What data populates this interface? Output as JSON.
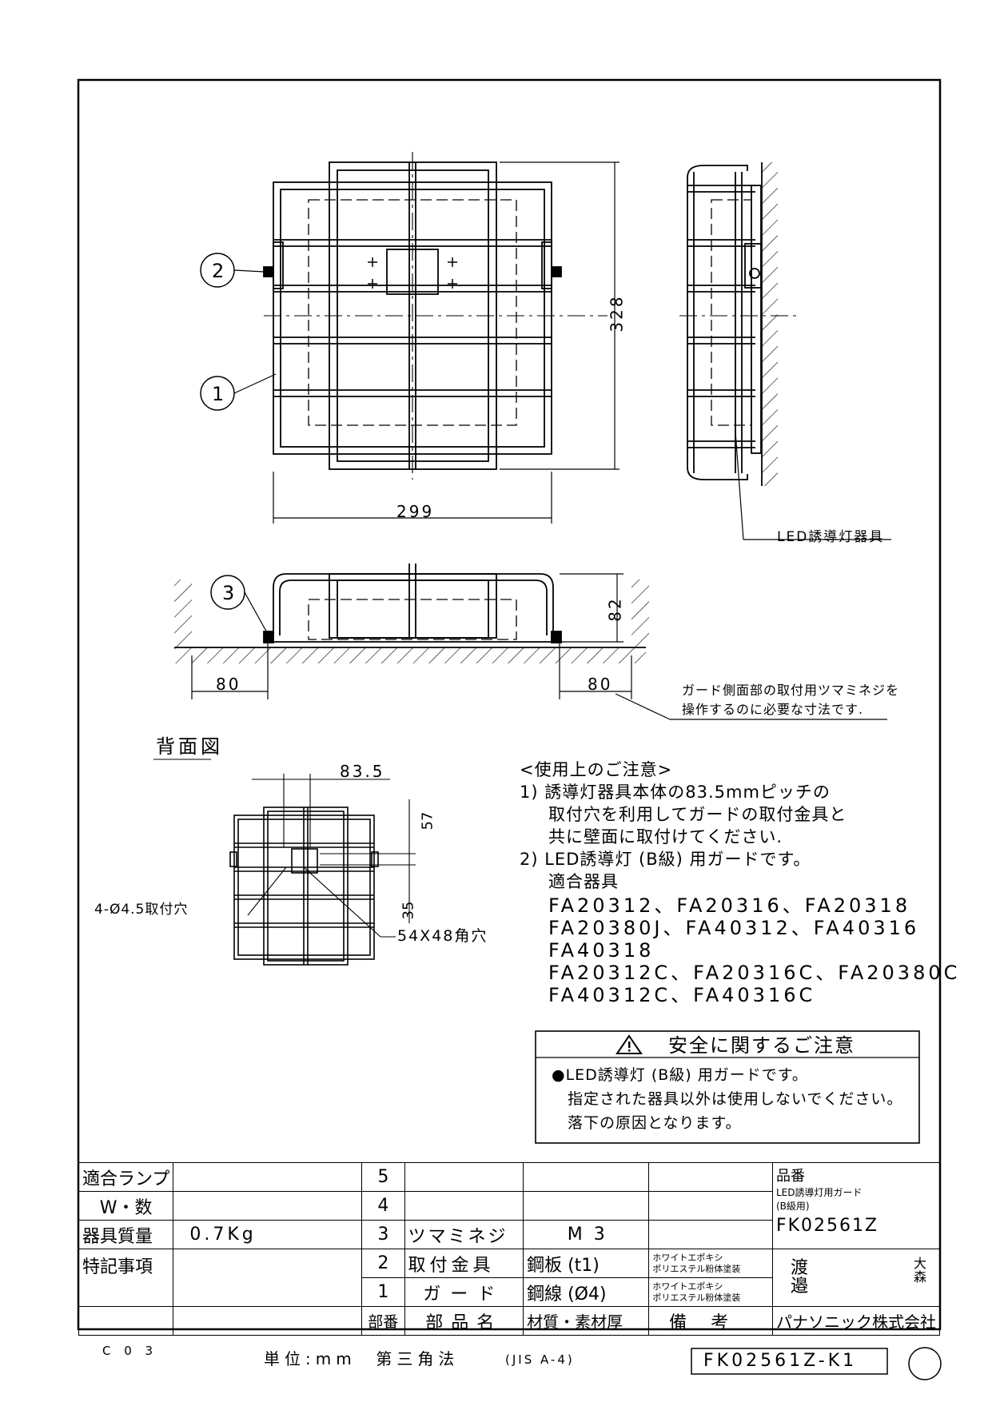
{
  "dimensions": {
    "height_328": "328",
    "width_299": "299",
    "depth_82": "82",
    "clearance_left": "80",
    "clearance_right": "80",
    "pitch": "83.5",
    "dim_57": "57",
    "dim_35": "35"
  },
  "callouts": {
    "c1": "1",
    "c2": "2",
    "c3": "3"
  },
  "labels": {
    "led_fixture": "LED誘導灯器具",
    "clearance_note_1": "ガード側面部の取付用ツマミネジを",
    "clearance_note_2": "操作するのに必要な寸法です.",
    "back_view": "背面図",
    "mount_holes": "4-Ø4.5取付穴",
    "square_hole": "54X48角穴"
  },
  "usage_notes": {
    "title": "<使用上のご注意>",
    "l1": "1) 誘導灯器具本体の83.5mmピッチの",
    "l2": "取付穴を利用してガードの取付金具と",
    "l3": "共に壁面に取付けてください.",
    "l4": "2) LED誘導灯 (B級) 用ガードです。",
    "l5": "適合器具",
    "m1": "FA20312、FA20316、FA20318",
    "m2": "FA20380J、FA40312、FA40316",
    "m3": "FA40318",
    "m4": "FA20312C、FA20316C、FA20380C",
    "m5": "FA40312C、FA40316C"
  },
  "safety": {
    "title": "安全に関するご注意",
    "l1": "●LED誘導灯 (B級) 用ガードです。",
    "l2": "指定された器具以外は使用しないでください。",
    "l3": "落下の原因となります。"
  },
  "title_block": {
    "lamp_label": "適合ランプ",
    "watt_label": "W・数",
    "mass_label": "器具質量",
    "mass_value": "0.7Kg",
    "notes_label": "特記事項",
    "n5": "5",
    "n4": "4",
    "n3": "3",
    "n2": "2",
    "n1": "1",
    "p3": "ツマミネジ",
    "m3": "M  3",
    "p2": "取付金具",
    "m2": "鋼板 (t1)",
    "r2a": "ホワイトエポキシ",
    "r2b": "ポリエステル粉体塗装",
    "p1": "ガード",
    "m1": "鋼線 (Ø4)",
    "r1a": "ホワイトエポキシ",
    "r1b": "ポリエステル粉体塗装",
    "h_no": "部番",
    "h_name": "部品名",
    "h_mat": "材質・素材厚",
    "h_note": "備考",
    "part_no_label": "品番",
    "part_desc_1": "LED誘導灯用ガード",
    "part_desc_2": "(B級用)",
    "part_no": "FK02561Z",
    "sign_1": "渡邉",
    "sign_2": "大森",
    "company": "パナソニック株式会社"
  },
  "footer": {
    "rev": "C 0 3",
    "unit": "単位:mm  第三角法",
    "standard": "(JIS A-4)",
    "drawing_no": "FK02561Z-K1"
  }
}
